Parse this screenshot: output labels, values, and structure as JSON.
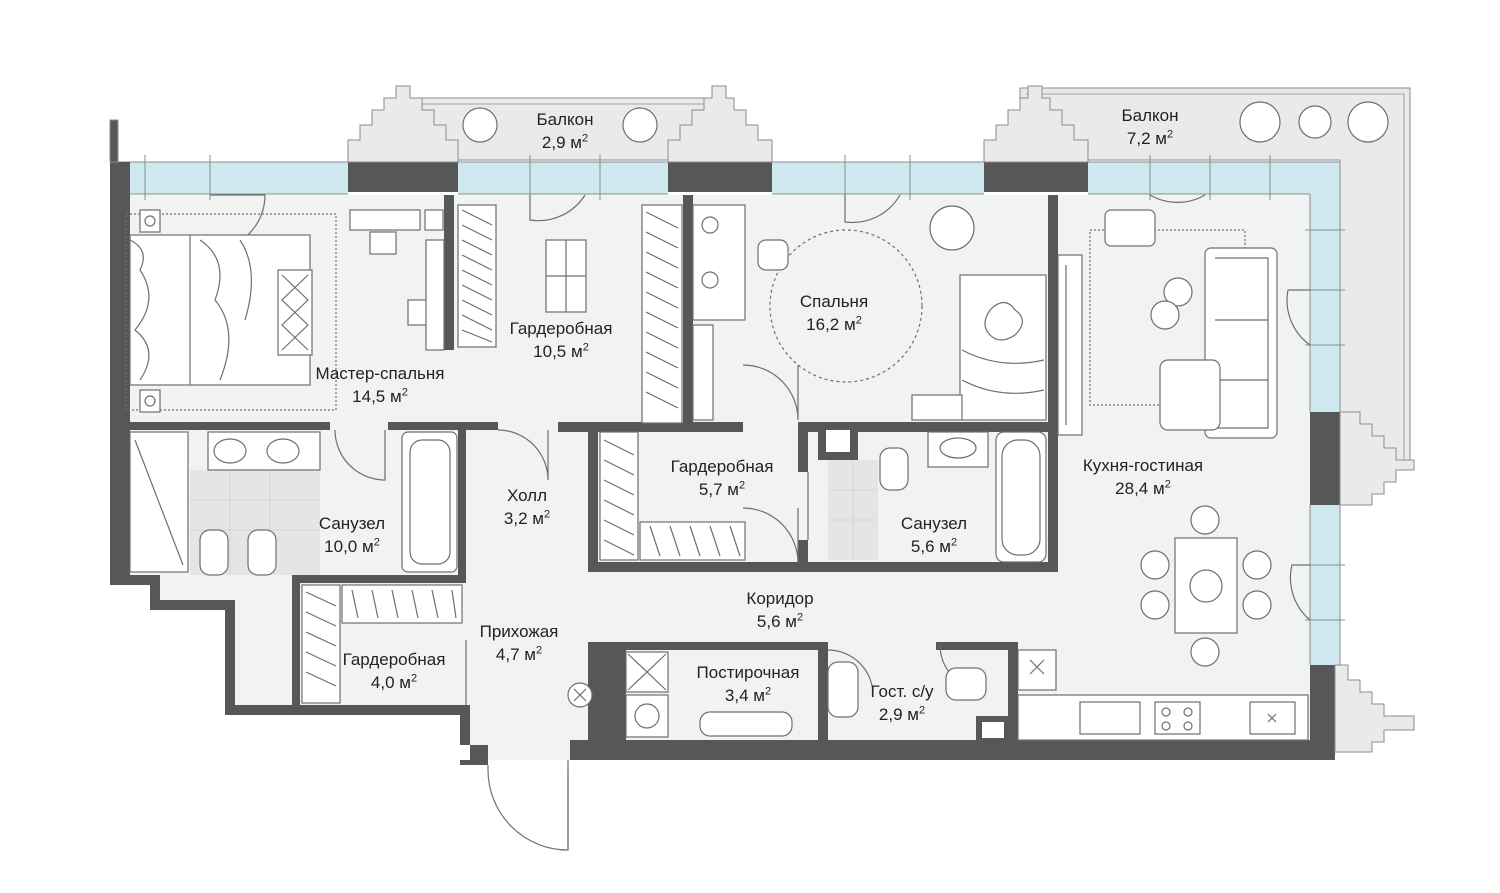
{
  "plan": {
    "unit": "м",
    "rooms": [
      {
        "id": "balcony-1",
        "name": "Балкон",
        "area": "2,9"
      },
      {
        "id": "balcony-2",
        "name": "Балкон",
        "area": "7,2"
      },
      {
        "id": "master-bedroom",
        "name": "Мастер-спальня",
        "area": "14,5"
      },
      {
        "id": "wardrobe-1",
        "name": "Гардеробная",
        "area": "10,5"
      },
      {
        "id": "bedroom",
        "name": "Спальня",
        "area": "16,2"
      },
      {
        "id": "kitchen-living",
        "name": "Кухня-гостиная",
        "area": "28,4"
      },
      {
        "id": "wardrobe-2",
        "name": "Гардеробная",
        "area": "5,7"
      },
      {
        "id": "hall",
        "name": "Холл",
        "area": "3,2"
      },
      {
        "id": "bathroom-1",
        "name": "Санузел",
        "area": "10,0"
      },
      {
        "id": "bathroom-2",
        "name": "Санузел",
        "area": "5,6"
      },
      {
        "id": "corridor",
        "name": "Коридор",
        "area": "5,6"
      },
      {
        "id": "entrance",
        "name": "Прихожая",
        "area": "4,7"
      },
      {
        "id": "wardrobe-3",
        "name": "Гардеробная",
        "area": "4,0"
      },
      {
        "id": "laundry",
        "name": "Постирочная",
        "area": "3,4"
      },
      {
        "id": "guest-wc",
        "name": "Гост. с/у",
        "area": "2,9"
      }
    ],
    "colors": {
      "wall": "#555759",
      "floor": "#f1f2f2",
      "balcony": "#e9eaeb",
      "glass": "#cfe8f0",
      "line": "#6d6f72",
      "text": "#222222"
    }
  }
}
